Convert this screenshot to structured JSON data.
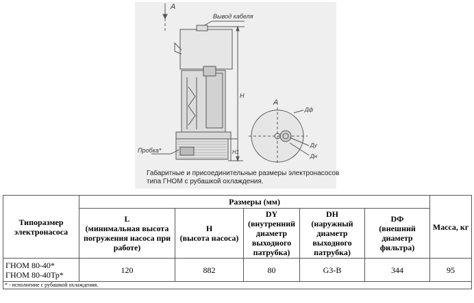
{
  "drawing": {
    "arrow_label_top": "A",
    "cable_outlet_label": "Вывод кабеля",
    "height_label": "Н",
    "height1_label": "Н1",
    "plug_label": "Пробка*",
    "view_label": "А",
    "dim_df": "Дф",
    "dim_dy": "Ду",
    "dim_dh": "Дн"
  },
  "caption": {
    "line1": "Габаритные и присоединительные размеры электронасосов",
    "line2": "типа ГНОМ с рубашкой охлаждения."
  },
  "table": {
    "col_model": "Типоразмер электронасоса",
    "group_header": "Размеры (мм)",
    "col_L_title": "L",
    "col_L_desc": "(минимальная высота погружения насоса при работе)",
    "col_H_title": "H",
    "col_H_desc": "(высота насоса)",
    "col_DY_title": "DY",
    "col_DY_desc": "(внутренний диаметр выходного патрубка)",
    "col_DH_title": "DH",
    "col_DH_desc": "(наружный диаметр выходного патрубка)",
    "col_DF_title": "DФ",
    "col_DF_desc": "(внешний диаметр фильтра)",
    "col_mass": "Масса, кг",
    "row": {
      "model_line1": "ГНОМ 80-40*",
      "model_line2": "ГНОМ 80-40Тр*",
      "L": "120",
      "H": "882",
      "DY": "80",
      "DH": "G3-B",
      "DF": "344",
      "mass": "95"
    },
    "footnote": "* - исполнение с рубашкой охлаждения."
  }
}
